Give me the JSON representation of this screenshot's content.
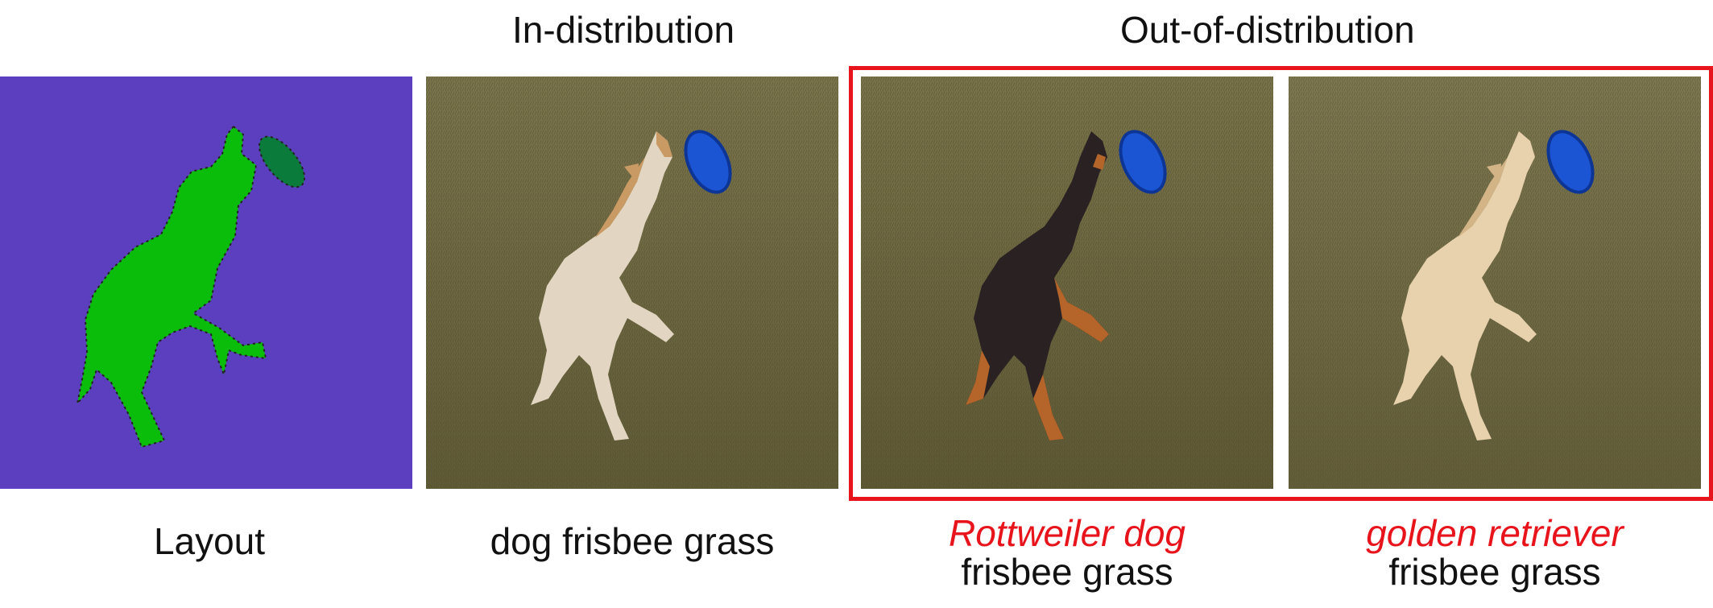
{
  "headings": {
    "in_distribution": "In-distribution",
    "out_of_distribution": "Out-of-distribution"
  },
  "panels": [
    {
      "id": "layout",
      "caption": "Layout",
      "colors": {
        "background": "#5b3fbe",
        "subject": "#0bbd0b",
        "object": "#0a7b3a"
      }
    },
    {
      "id": "in-distribution",
      "caption": "dog frisbee grass",
      "colors": {
        "grass": "#6e6840",
        "dog": "#e2d6c2",
        "dog_accent": "#c99a63",
        "frisbee": "#1c55d4"
      }
    },
    {
      "id": "rottweiler",
      "caption_accent": "Rottweiler dog",
      "caption_rest": "frisbee grass",
      "colors": {
        "grass": "#6c673e",
        "dog": "#2a2222",
        "dog_accent": "#b5652a",
        "frisbee": "#1c55d4"
      }
    },
    {
      "id": "golden-retriever",
      "caption_accent": "golden retriever",
      "caption_rest": "frisbee grass",
      "colors": {
        "grass": "#716b43",
        "dog": "#e7d2ad",
        "dog_accent": "#d3b486",
        "frisbee": "#1c55d4"
      }
    }
  ],
  "accent_color": "#e8141c"
}
